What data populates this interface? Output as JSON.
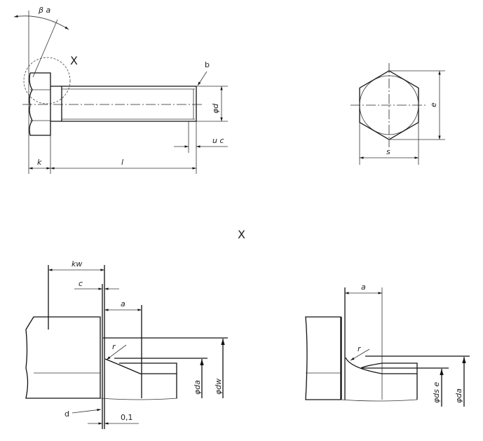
{
  "top_view": {
    "angle_label": "β a",
    "detail_marker": "X",
    "thread_end_label": "b",
    "diameter_label": "φd",
    "u_label": "u c",
    "head_height_label": "k",
    "length_label": "l"
  },
  "hex_view": {
    "across_corners_label": "e",
    "across_flats_label": "s"
  },
  "detail_title": "X",
  "detail_left": {
    "kw_label": "kw",
    "c_label": "c",
    "a_label": "a",
    "r_label": "r",
    "da_label": "φda",
    "dw_label": "φdw",
    "d_label": "d",
    "gap_label": "0,1"
  },
  "detail_right": {
    "a_label": "a",
    "r_label": "r",
    "ds_label": "φds e",
    "da_label": "φda"
  }
}
